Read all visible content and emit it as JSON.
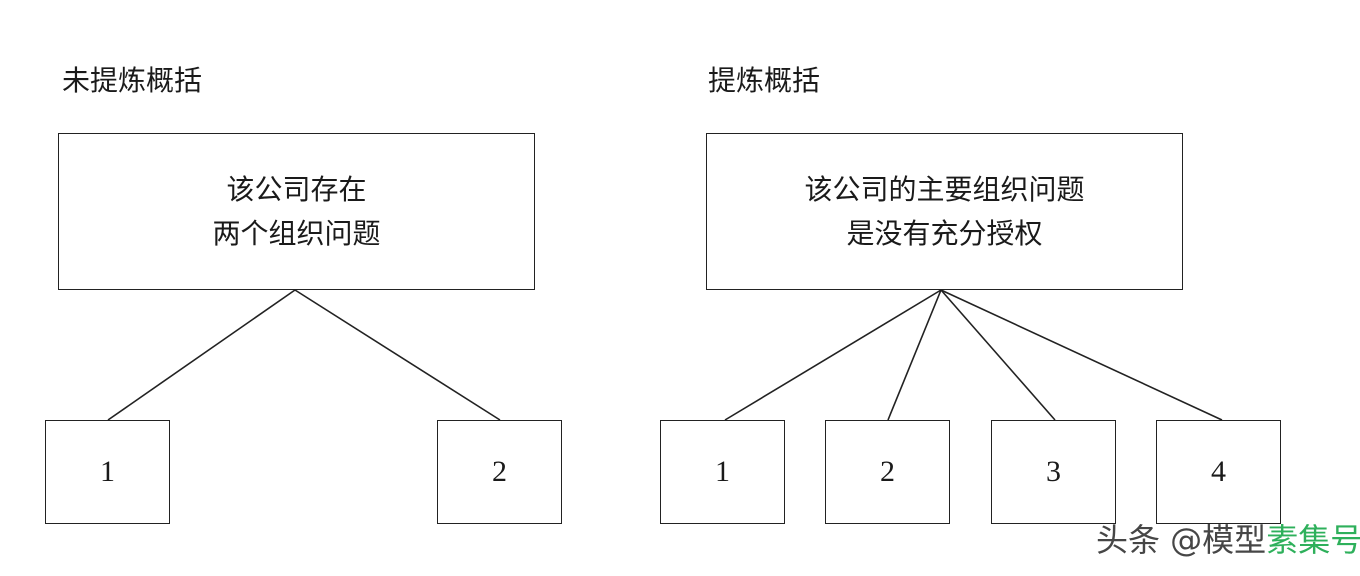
{
  "left": {
    "heading": "未提炼概括",
    "top_line1": "该公司存在",
    "top_line2": "两个组织问题",
    "leaves": [
      "1",
      "2"
    ]
  },
  "right": {
    "heading": "提炼概括",
    "top_line1": "该公司的主要组织问题",
    "top_line2": "是没有充分授权",
    "leaves": [
      "1",
      "2",
      "3",
      "4"
    ]
  },
  "watermark": {
    "prefix": "头条 @模型",
    "suffix": "素集号"
  },
  "colors": {
    "line": "#222222",
    "watermark_accent": "#18a84a"
  }
}
